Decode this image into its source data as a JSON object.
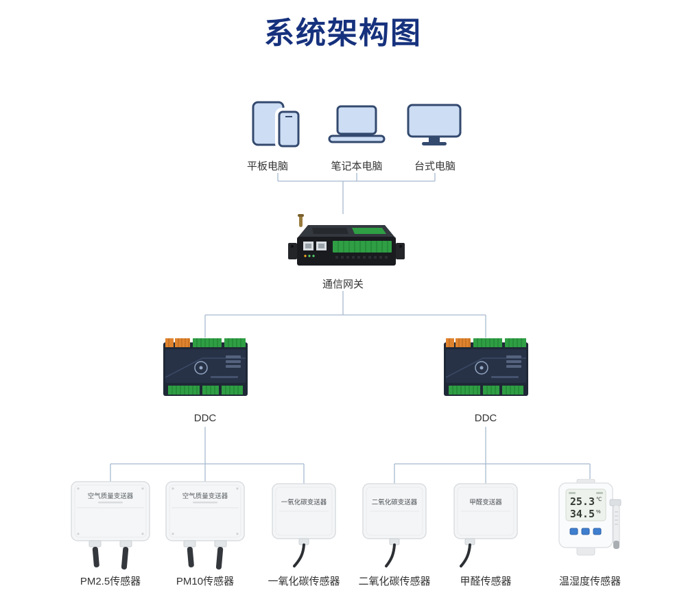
{
  "title": "系统架构图",
  "client_devices": [
    {
      "id": "tablet",
      "icon": "tablet-icon",
      "label": "平板电脑"
    },
    {
      "id": "laptop",
      "icon": "laptop-icon",
      "label": "笔记本电脑"
    },
    {
      "id": "desktop",
      "icon": "desktop-icon",
      "label": "台式电脑"
    }
  ],
  "gateway": {
    "label": "通信网关"
  },
  "controllers": [
    {
      "label": "DDC"
    },
    {
      "label": "DDC"
    }
  ],
  "sensors": [
    {
      "label": "PM2.5传感器",
      "face_text": "空气质量变送器"
    },
    {
      "label": "PM10传感器",
      "face_text": "空气质量变送器"
    },
    {
      "label": "一氧化碳传感器",
      "face_text": "一氧化碳变送器"
    },
    {
      "label": "二氧化碳传感器",
      "face_text": "二氧化碳变送器"
    },
    {
      "label": "甲醛传感器",
      "face_text": "甲醛变送器"
    },
    {
      "label": "温湿度传感器",
      "display": {
        "temperature": "25.3",
        "temp_unit": "℃",
        "humidity": "34.5",
        "humidity_unit": "%"
      }
    }
  ],
  "colors": {
    "title_blue": "#16317d",
    "connector": "#a6b9cf",
    "icon_fill": "#ccddf4",
    "icon_stroke": "#33496e",
    "terminal_green": "#2f9e44",
    "terminal_orange": "#e0832f"
  }
}
